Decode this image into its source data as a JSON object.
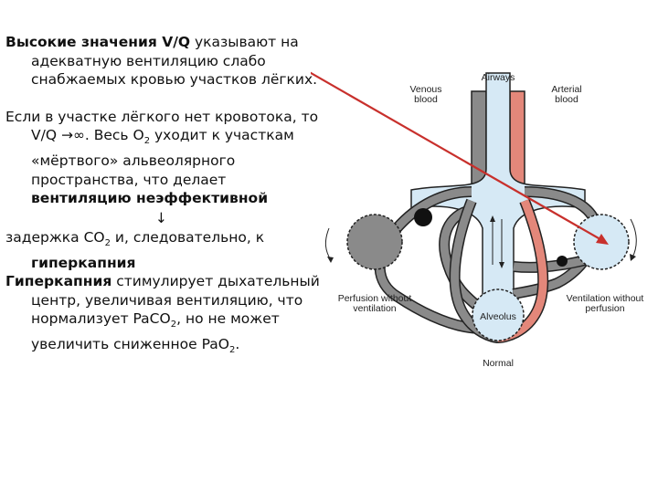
{
  "text": {
    "p1_bold": "Высокие значения V/Q",
    "p1_rest": " указывают на адекватную вентиляцию слабо снабжаемых кровью участков лёгких.",
    "p2_a": "Если в участке лёгкого нет кровотока, то V/Q",
    "p2_arrow": " →∞. ",
    "p2_b": "Весь O",
    "p2_sub": "2",
    "p2_c": " уходит к участкам «мёртвого» альвеолярного пространства, что делает ",
    "p2_bold": "вентиляцию неэффективной",
    "down_arrow": "↓",
    "p3_a": "задержка СО",
    "p3_sub": "2",
    "p3_b": " и, следовательно, к ",
    "p3_bold": "гиперкапния",
    "p4_bold": "Гиперкапния",
    "p4_a": " стимулирует дыхательный центр, увеличивая вентиляцию, что нормализует PaCO",
    "p4_sub1": "2",
    "p4_b": ", но не может увеличить сниженное PaO",
    "p4_sub2": "2",
    "p4_c": "."
  },
  "diagram": {
    "airways": "Airways",
    "venous": "Venous\nblood",
    "arterial": "Arterial\nblood",
    "perfusion": "Perfusion without\nventilation",
    "ventilation": "Ventilation without\nperfusion",
    "alveolus": "Alveolus",
    "normal": "Normal"
  },
  "colors": {
    "airway": "#d6e9f5",
    "artery": "#e3877a",
    "vein": "#8a8a8a",
    "annotation_arrow": "#c8302c"
  }
}
